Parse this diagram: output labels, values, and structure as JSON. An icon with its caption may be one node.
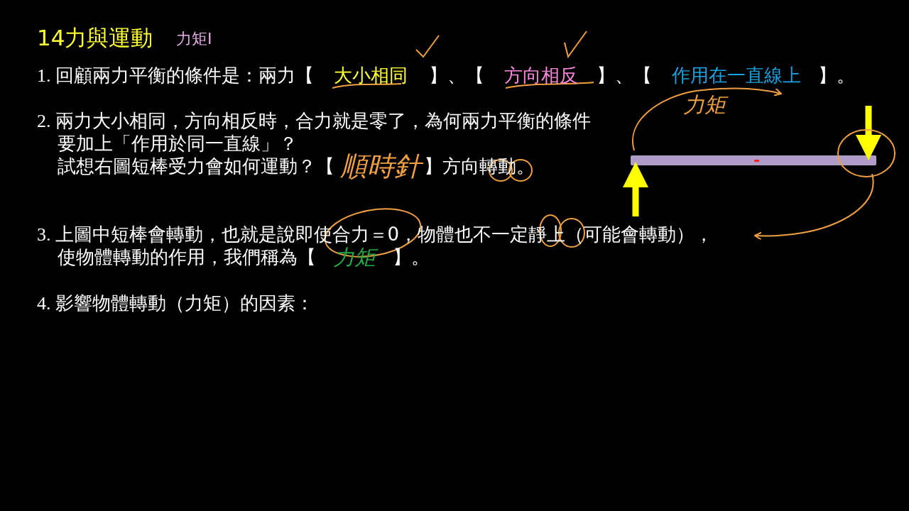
{
  "diagram": {
    "title": "14力與運動",
    "nodes": [
      {
        "text": [],
        "shape": "bar"
      }
    ],
    "edges": [],
    "labels": [
      "力矩Ⅰ",
      "1.",
      "回顧兩力平衡的條件是：兩力【",
      "大小相同",
      "】、【",
      "方向相反",
      "】、【",
      "作用在一直線上",
      "】。",
      "2.",
      "兩力大小相同，方向相反時，合力就是零了，為何兩力平衡的條件",
      "要加上「作用於同一直線」？",
      "試想右圖短棒受力會如何運動？【",
      "順時針",
      "】方向轉動。",
      "力矩",
      "3.",
      "上圖中短棒會轉動，也就是說即使合力＝0，物體也不一定靜上（可能會轉動），",
      "使物體轉動的作用，我們稱為【",
      "力矩",
      "】。",
      "4.",
      "影響物體轉動（力矩）的因素："
    ]
  }
}
